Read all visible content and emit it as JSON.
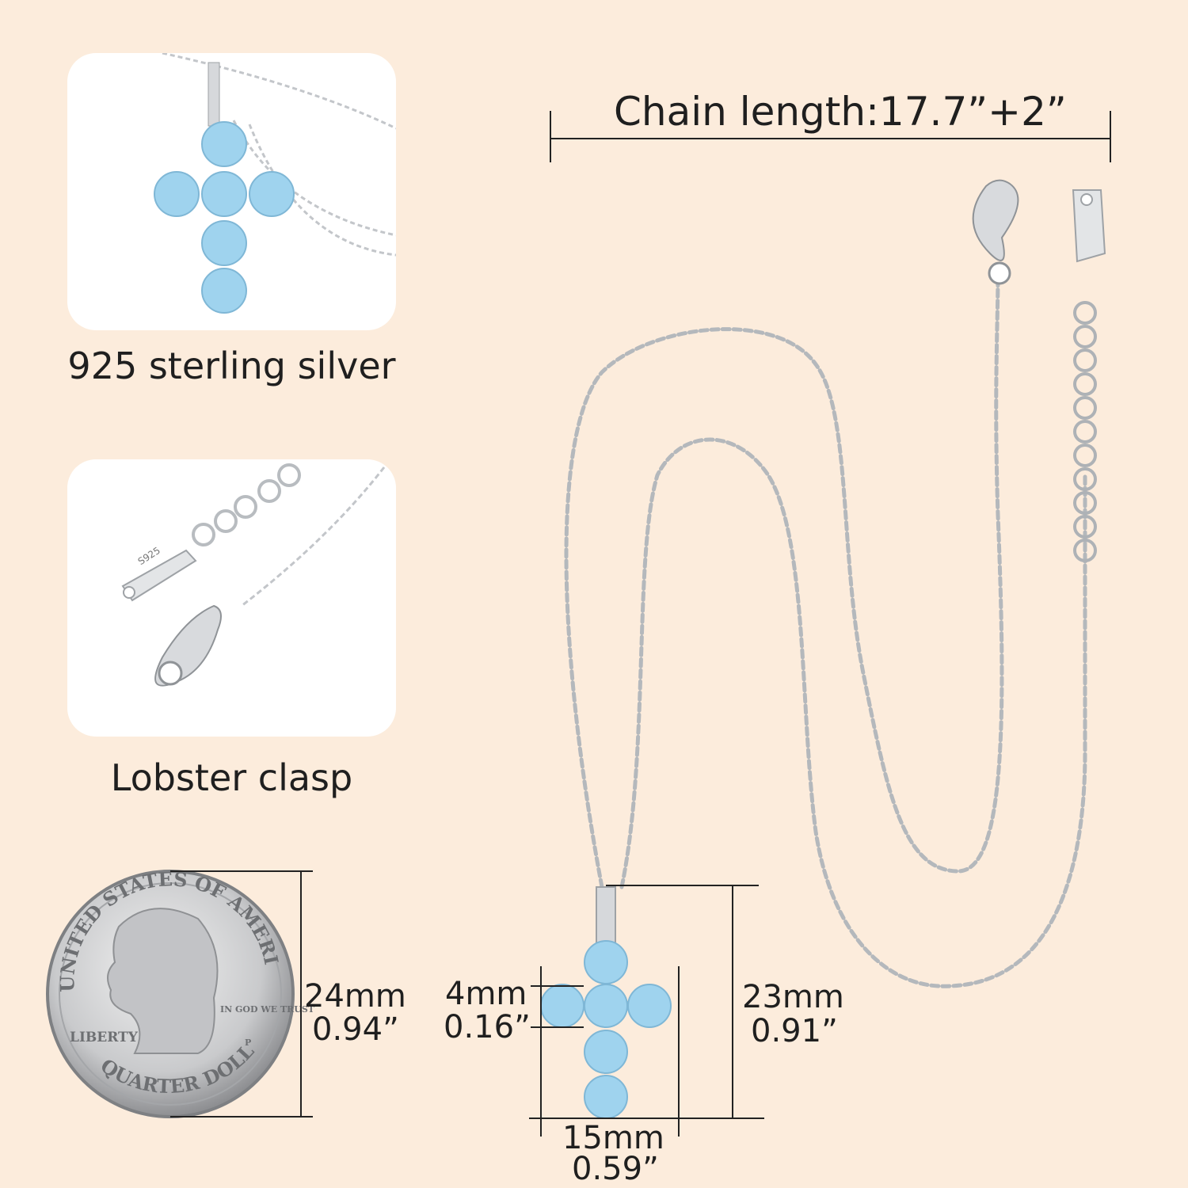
{
  "chain": {
    "label": "Chain length:17.7”+2”"
  },
  "features": [
    {
      "caption": "925 sterling silver"
    },
    {
      "caption": "Lobster clasp"
    }
  ],
  "tag_stamp": "S925",
  "coin": {
    "top_text": "UNITED STATES OF AMERICA",
    "bottom_text": "QUARTER DOLLAR",
    "left_text": "LIBERTY",
    "motto": "IN GOD WE TRUST",
    "mint": "P",
    "height_mm": "24mm",
    "height_in": "0.94”"
  },
  "pendant": {
    "stone_mm": "4mm",
    "stone_in": "0.16”",
    "height_mm": "23mm",
    "height_in": "0.91”",
    "width_mm": "15mm",
    "width_in": "0.59”"
  },
  "colors": {
    "background": "#fcecdc",
    "stone": "#8fcbe8",
    "silver": "#b8bcc0"
  }
}
